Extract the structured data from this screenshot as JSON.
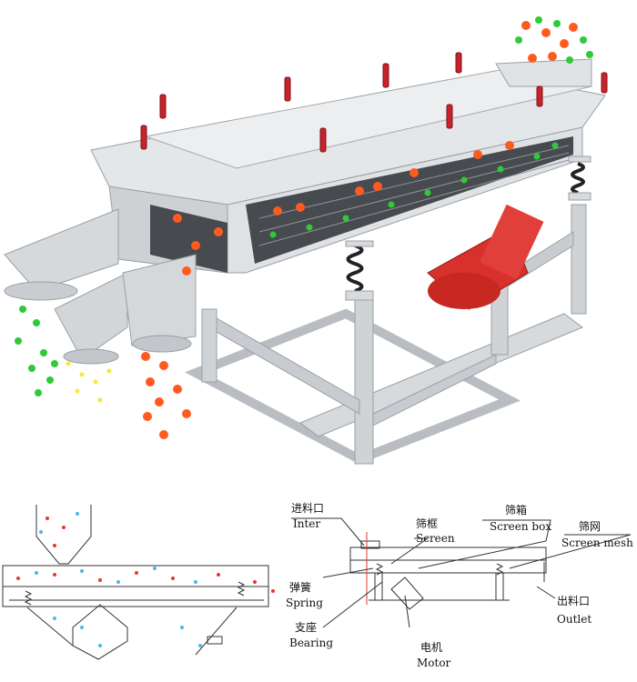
{
  "labels": {
    "inlet": {
      "cn": "进料口",
      "en": "Inter"
    },
    "frame": {
      "cn": "筛框",
      "en": "Screen"
    },
    "box": {
      "cn": "筛箱",
      "en": "Screen box"
    },
    "mesh": {
      "cn": "筛网",
      "en": "Screen mesh"
    },
    "spring": {
      "cn": "弹簧",
      "en": "Spring"
    },
    "outlet": {
      "cn": "出料口",
      "en": "Outlet"
    },
    "bearing": {
      "cn": "支座",
      "en": "Bearing"
    },
    "motor": {
      "cn": "电机",
      "en": "Motor"
    }
  },
  "colors": {
    "metal": "#d9dcde",
    "metal_dark": "#a9adb1",
    "motor": "#d8302a",
    "handle": "#c8232c",
    "ball_red": "#ff5a1f",
    "ball_green": "#2fc93a",
    "ball_yellow": "#f5e93a",
    "dot_blue": "#47b7f0",
    "dot_red": "#e8362e",
    "line": "#333333"
  },
  "icons": [
    "vibrating-screen-machine",
    "inlet-hopper-icon",
    "motor-icon",
    "spring-icon"
  ]
}
